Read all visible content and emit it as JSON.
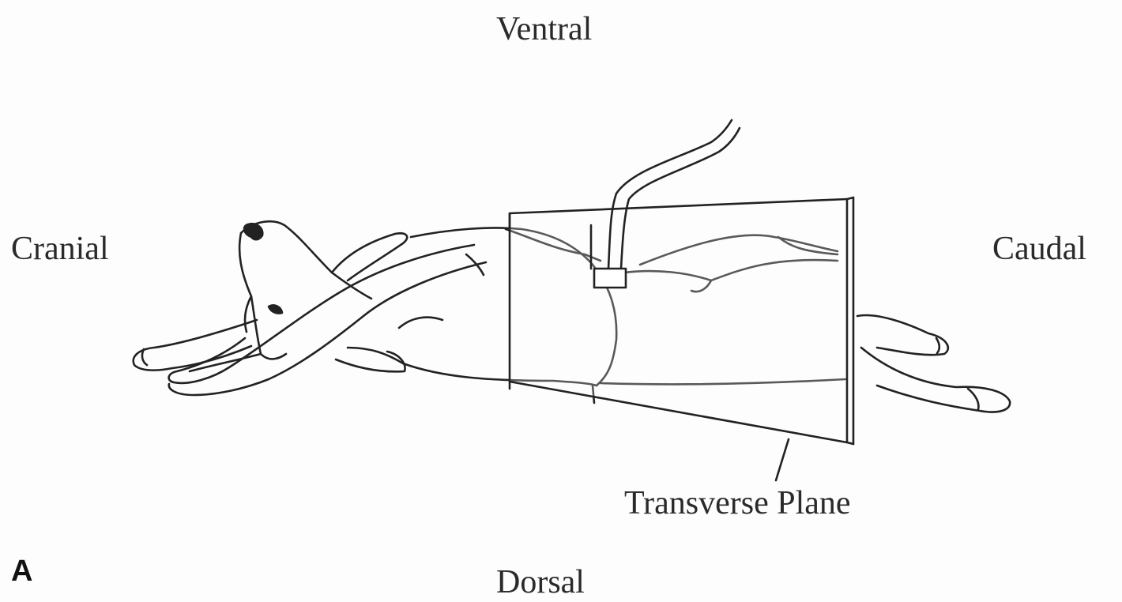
{
  "labels": {
    "top": "Ventral",
    "bottom": "Dorsal",
    "left": "Cranial",
    "right": "Caudal",
    "plane": "Transverse Plane"
  },
  "panel_letter": "A",
  "colors": {
    "line": "#222222",
    "background": "#fdfdfd"
  }
}
